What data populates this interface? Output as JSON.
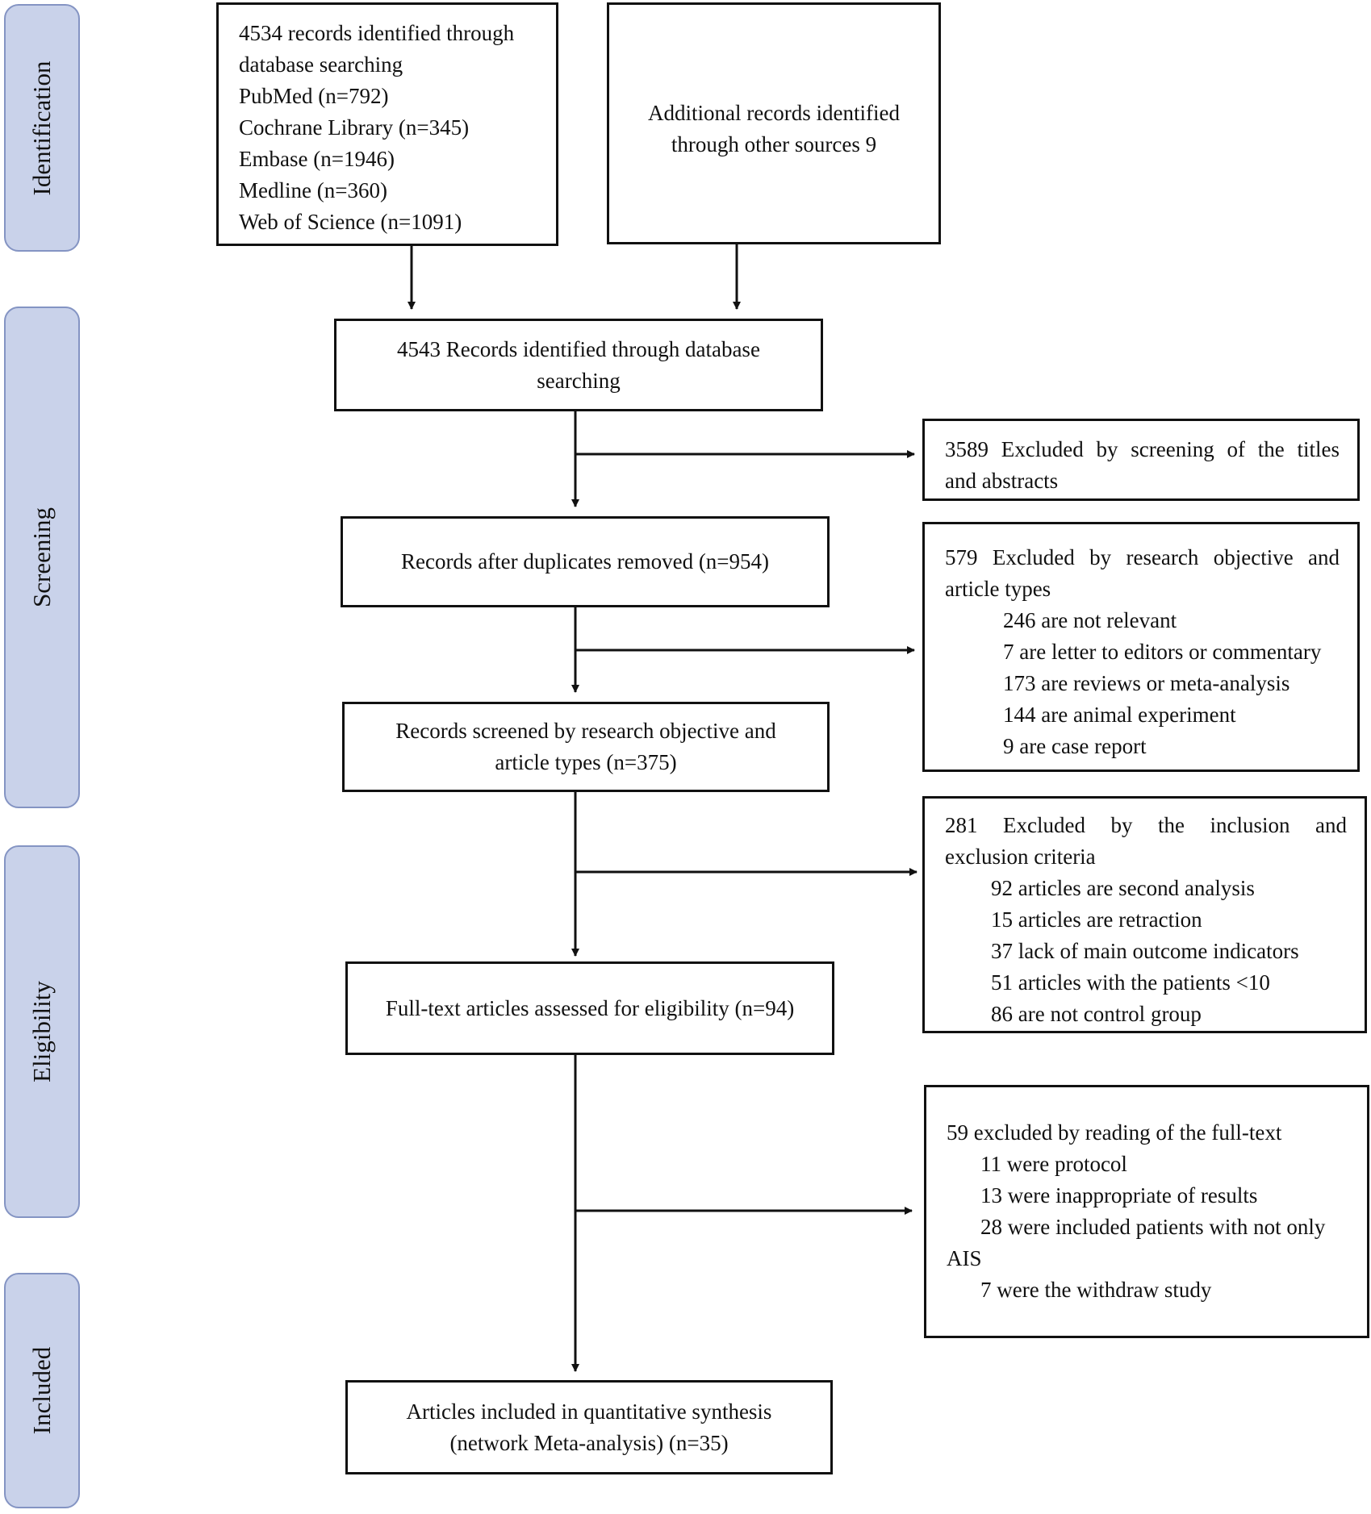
{
  "stages": {
    "identification": "Identification",
    "screening": "Screening",
    "eligibility": "Eligibility",
    "included": "Included"
  },
  "boxes": {
    "database_search": [
      "4534 records identified through",
      "database searching",
      "PubMed (n=792)",
      "Cochrane Library (n=345)",
      "Embase (n=1946)",
      "Medline (n=360)",
      "Web of Science (n=1091)"
    ],
    "other_sources": [
      "Additional records identified",
      "through other sources 9"
    ],
    "records_identified": [
      "4543 Records identified through database",
      "searching"
    ],
    "excluded_titles": [
      "3589 Excluded by screening of the titles",
      "and abstracts"
    ],
    "duplicates_removed": [
      "Records after duplicates removed (n=954)"
    ],
    "excluded_objective": {
      "header": [
        "579 Excluded by research objective and",
        "article types"
      ],
      "items": [
        "246 are not relevant",
        "7 are letter to editors or commentary",
        "173 are reviews or meta-analysis",
        "144 are animal experiment",
        "9 are case report"
      ]
    },
    "screened_objective": [
      "Records screened by research objective and",
      "article types (n=375)"
    ],
    "excluded_criteria": {
      "header": [
        "281 Excluded by the inclusion and",
        "exclusion criteria"
      ],
      "items": [
        "92 articles are second analysis",
        "15 articles are retraction",
        "37 lack of main outcome indicators",
        "51 articles with the patients <10",
        "86 are not control group"
      ]
    },
    "full_text": [
      "Full-text articles assessed for eligibility (n=94)"
    ],
    "excluded_fulltext": {
      "header": "59 excluded by reading of the full-text",
      "items": [
        "11 were protocol",
        "13 were inappropriate of results",
        "28 were included patients with not only"
      ],
      "continuation": "AIS",
      "last_item": "7 were the withdraw study"
    },
    "included_synthesis": [
      "Articles included in quantitative synthesis",
      "(network Meta-analysis) (n=35)"
    ]
  }
}
